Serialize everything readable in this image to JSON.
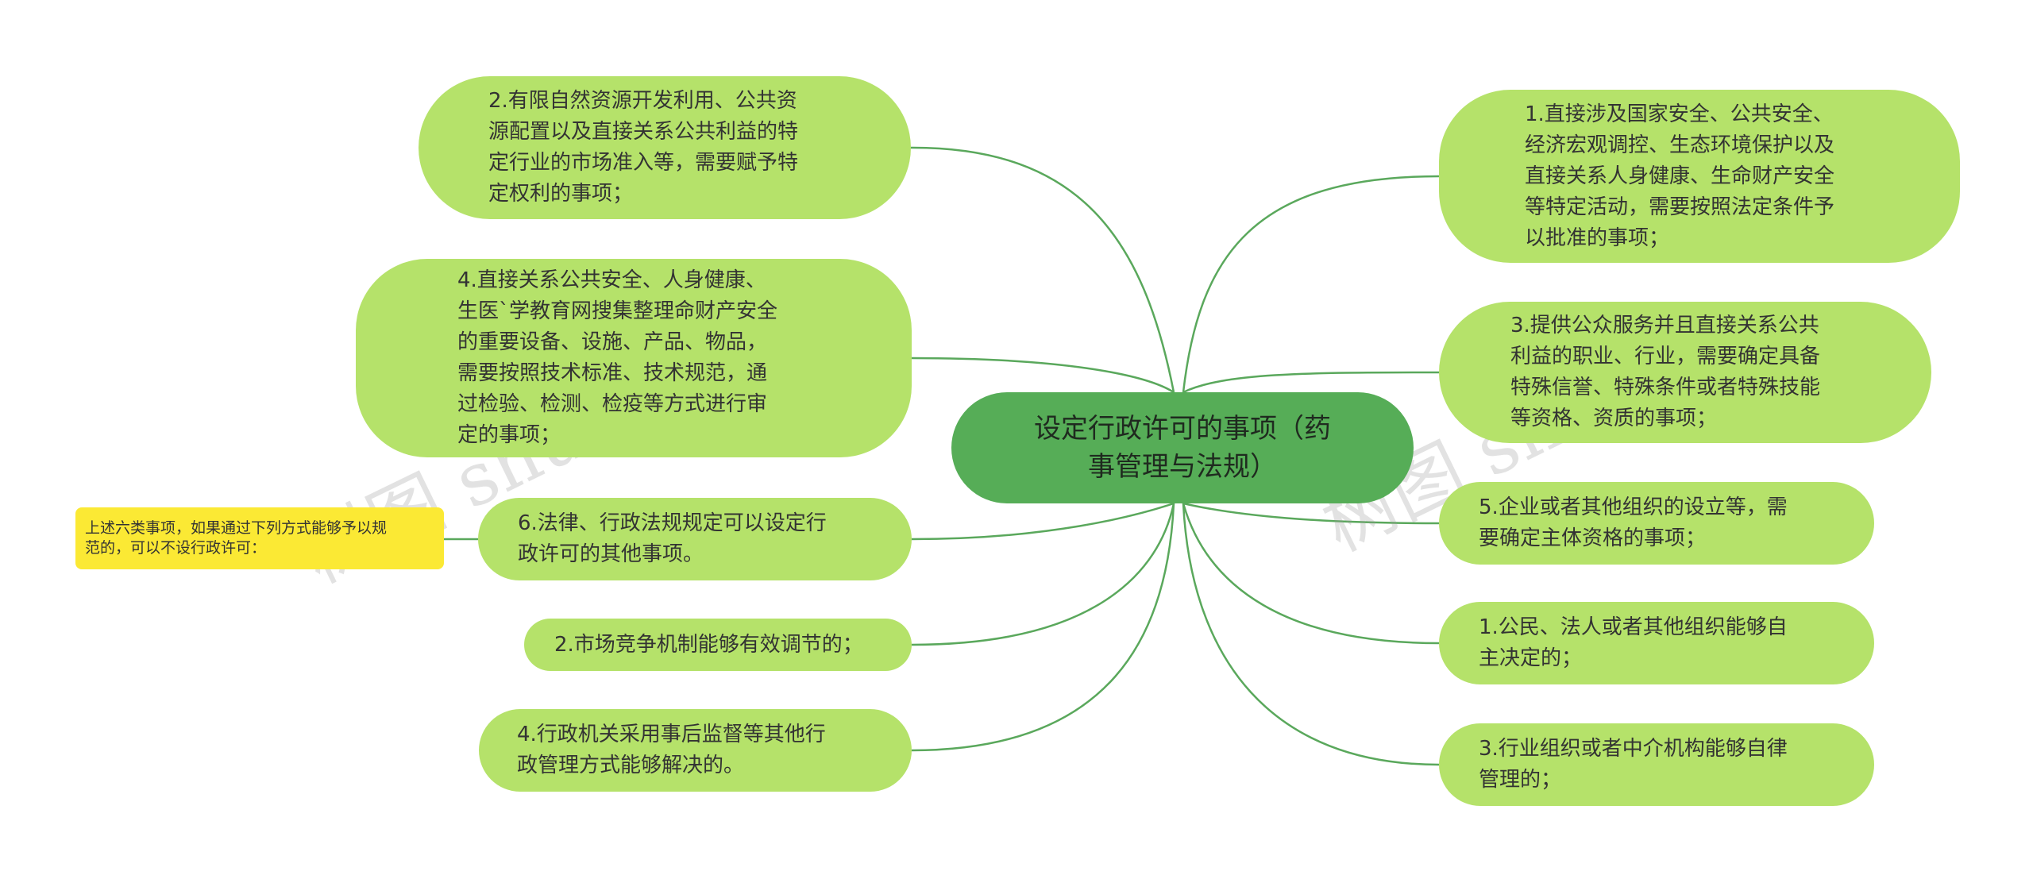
{
  "colors": {
    "root_fill": "#56ad57",
    "branch_fill": "#b5e26a",
    "note_fill": "#fbe934",
    "connector": "#5aa85c",
    "text": "#333333"
  },
  "watermark": "树图 shutu.cn",
  "root": {
    "text": "设定行政许可的事项（药\n事管理与法规）"
  },
  "left_nodes": [
    {
      "text": "2.有限自然资源开发利用、公共资\n源配置以及直接关系公共利益的特\n定行业的市场准入等，需要赋予特\n定权利的事项；"
    },
    {
      "text": "4.直接关系公共安全、人身健康、\n生医`学教育网搜集整理命财产安全\n的重要设备、设施、产品、物品，\n需要按照技术标准、技术规范，通\n过检验、检测、检疫等方式进行审\n定的事项；"
    },
    {
      "text": "6.法律、行政法规规定可以设定行\n政许可的其他事项。"
    },
    {
      "text": "2.市场竞争机制能够有效调节的；"
    },
    {
      "text": "4.行政机关采用事后监督等其他行\n政管理方式能够解决的。"
    }
  ],
  "right_nodes": [
    {
      "text": "1.直接涉及国家安全、公共安全、\n经济宏观调控、生态环境保护以及\n直接关系人身健康、生命财产安全\n等特定活动，需要按照法定条件予\n以批准的事项；"
    },
    {
      "text": "3.提供公众服务并且直接关系公共\n利益的职业、行业，需要确定具备\n特殊信誉、特殊条件或者特殊技能\n等资格、资质的事项；"
    },
    {
      "text": "5.企业或者其他组织的设立等，需\n要确定主体资格的事项；"
    },
    {
      "text": "1.公民、法人或者其他组织能够自\n主决定的；"
    },
    {
      "text": "3.行业组织或者中介机构能够自律\n管理的；"
    }
  ],
  "note": {
    "text": "上述六类事项，如果通过下列方式能够予以规\n范的，可以不设行政许可："
  }
}
